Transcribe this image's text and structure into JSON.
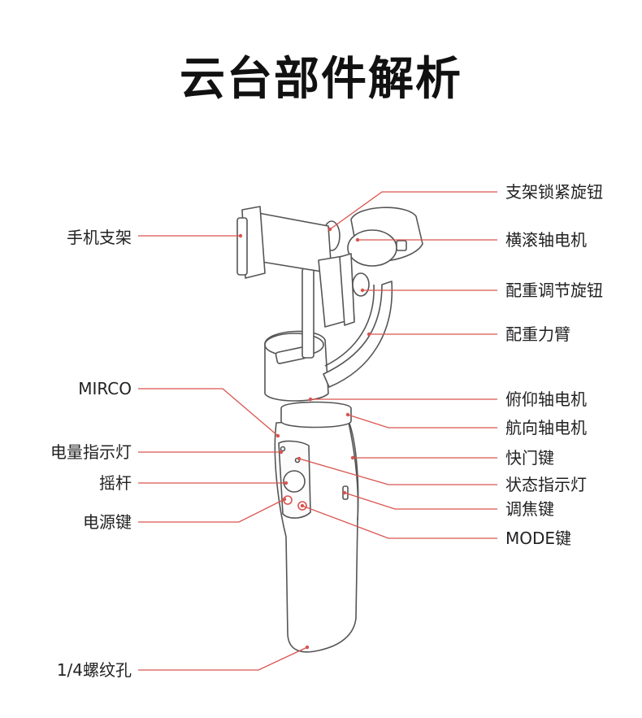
{
  "title": "云台部件解析",
  "colors": {
    "leader": "#d9534f",
    "outline": "#555555",
    "text": "#222222"
  },
  "labels": {
    "left": [
      {
        "id": "phone-holder",
        "text": "手机支架"
      },
      {
        "id": "mirco",
        "text": "MIRCO"
      },
      {
        "id": "battery-indicator",
        "text": "电量指示灯"
      },
      {
        "id": "joystick",
        "text": "摇杆"
      },
      {
        "id": "power-button",
        "text": "电源键"
      },
      {
        "id": "tripod-hole",
        "text": "1/4螺纹孔"
      }
    ],
    "right": [
      {
        "id": "bracket-lock-knob",
        "text": "支架锁紧旋钮"
      },
      {
        "id": "roll-motor",
        "text": "横滚轴电机"
      },
      {
        "id": "counterweight-knob",
        "text": "配重调节旋钮"
      },
      {
        "id": "counterweight-arm",
        "text": "配重力臂"
      },
      {
        "id": "tilt-motor",
        "text": "俯仰轴电机"
      },
      {
        "id": "pan-motor",
        "text": "航向轴电机"
      },
      {
        "id": "shutter-button",
        "text": "快门键"
      },
      {
        "id": "status-indicator",
        "text": "状态指示灯"
      },
      {
        "id": "focus-button",
        "text": "调焦键"
      },
      {
        "id": "mode-button",
        "text": "MODE键"
      }
    ]
  }
}
